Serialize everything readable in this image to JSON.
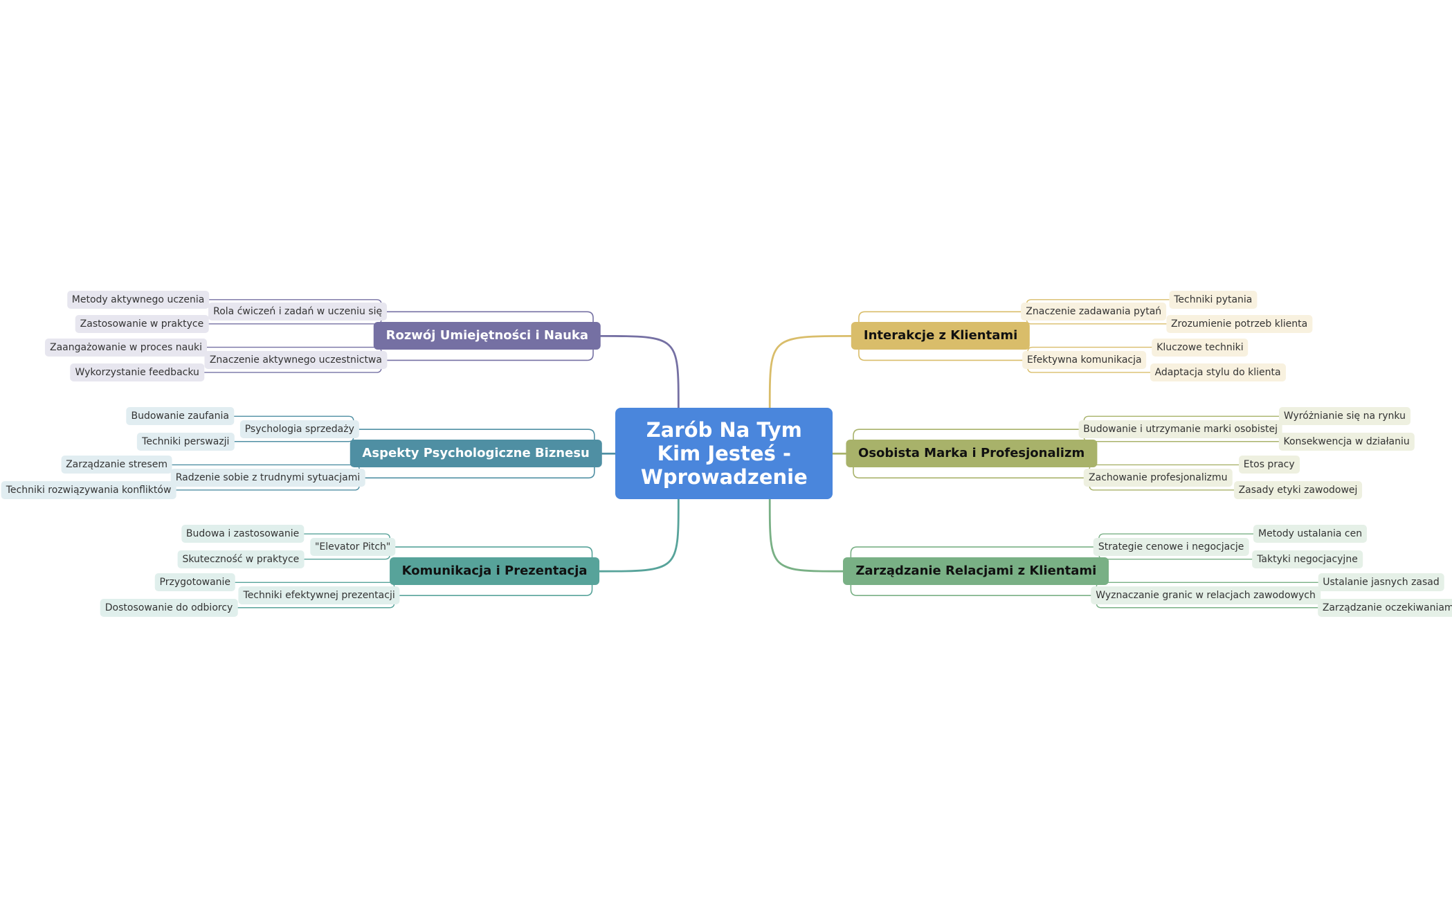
{
  "mindmap": {
    "root": {
      "label": "Zarób Na Tym Kim Jesteś - Wprowadzenie",
      "color": "#4a86dc"
    },
    "branches": [
      {
        "label": "Rozwój Umiejętności i Nauka",
        "side": "left",
        "color": "#7570a3",
        "text_color": "#ffffff",
        "tint": "#e7e6ef",
        "children": [
          {
            "label": "Rola ćwiczeń i zadań w uczeniu się",
            "children": [
              "Metody aktywnego uczenia",
              "Zastosowanie w praktyce"
            ]
          },
          {
            "label": "Znaczenie aktywnego uczestnictwa",
            "children": [
              "Zaangażowanie w proces nauki",
              "Wykorzystanie feedbacku"
            ]
          }
        ]
      },
      {
        "label": "Aspekty Psychologiczne Biznesu",
        "side": "left",
        "color": "#4f8fa3",
        "text_color": "#ffffff",
        "tint": "#e1edf1",
        "children": [
          {
            "label": "Psychologia sprzedaży",
            "children": [
              "Budowanie zaufania",
              "Techniki perswazji"
            ]
          },
          {
            "label": "Radzenie sobie z trudnymi sytuacjami",
            "children": [
              "Zarządzanie stresem",
              "Techniki rozwiązywania konfliktów"
            ]
          }
        ]
      },
      {
        "label": "Komunikacja i Prezentacja",
        "side": "left",
        "color": "#57a39a",
        "text_color": "#111111",
        "tint": "#e0efec",
        "children": [
          {
            "label": "\"Elevator Pitch\"",
            "children": [
              "Budowa i zastosowanie",
              "Skuteczność w praktyce"
            ]
          },
          {
            "label": "Techniki efektywnej prezentacji",
            "children": [
              "Przygotowanie",
              "Dostosowanie do odbiorcy"
            ]
          }
        ]
      },
      {
        "label": "Interakcje z Klientami",
        "side": "right",
        "color": "#d9bd6a",
        "text_color": "#111111",
        "tint": "#f8f1df",
        "children": [
          {
            "label": "Znaczenie zadawania pytań",
            "children": [
              "Techniki pytania",
              "Zrozumienie potrzeb klienta"
            ]
          },
          {
            "label": "Efektywna komunikacja",
            "children": [
              "Kluczowe techniki",
              "Adaptacja stylu do klienta"
            ]
          }
        ]
      },
      {
        "label": "Osobista Marka i Profesjonalizm",
        "side": "right",
        "color": "#a8b26a",
        "text_color": "#111111",
        "tint": "#eef0e0",
        "children": [
          {
            "label": "Budowanie i utrzymanie marki osobistej",
            "children": [
              "Wyróżnianie się na rynku",
              "Konsekwencja w działaniu"
            ]
          },
          {
            "label": "Zachowanie profesjonalizmu",
            "children": [
              "Etos pracy",
              "Zasady etyki zawodowej"
            ]
          }
        ]
      },
      {
        "label": "Zarządzanie Relacjami z Klientami",
        "side": "right",
        "color": "#79b085",
        "text_color": "#111111",
        "tint": "#e5f0e7",
        "children": [
          {
            "label": "Strategie cenowe i negocjacje",
            "children": [
              "Metody ustalania cen",
              "Taktyki negocjacyjne"
            ]
          },
          {
            "label": "Wyznaczanie granic w relacjach zawodowych",
            "children": [
              "Ustalanie jasnych zasad",
              "Zarządzanie oczekiwaniami"
            ]
          }
        ]
      }
    ]
  }
}
